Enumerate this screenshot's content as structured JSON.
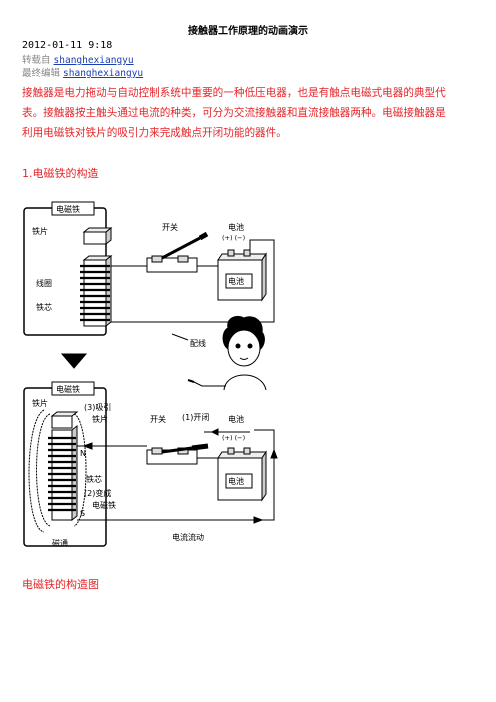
{
  "title": "接触器工作原理的动画演示",
  "timestamp": "2012-01-11 9:18",
  "repost": {
    "label": "转载自",
    "user": "shanghexiangyu"
  },
  "last_edit": {
    "label": "最终编辑",
    "user": "shanghexiangyu"
  },
  "intro_lines": [
    "接触器是电力拖动与自动控制系统中重要的一种低压电器，也是有触点电磁式电器的典型代",
    "表。接触器按主触头通过电流的种类，可分为交流接触器和直流接触器两种。电磁接触器是",
    "利用电磁铁对铁片的吸引力来完成触点开闭功能的器件。"
  ],
  "section_heading": "1.电磁铁的构造",
  "diagram": {
    "top_panel_label": "电磁铁",
    "top_labels": {
      "iron_piece": "铁片",
      "coil": "线圈",
      "iron_core": "铁芯"
    },
    "switch_label": "开关",
    "battery_label": "电池",
    "battery_text": "电池",
    "terminals": "(+) (−)",
    "wiring_label": "配线",
    "bottom_panel_label": "电磁铁",
    "bottom_labels": {
      "iron_piece": "铁片",
      "attract_1": "(3)吸引",
      "attract_2": "铁片",
      "close": "(1)开闭",
      "north": "N",
      "south": "S",
      "iron_core": "铁芯",
      "become_1": "(2)变成",
      "become_2": "电磁铁",
      "flux": "磁通",
      "current": "电流流动"
    }
  },
  "caption": "电磁铁的构造图"
}
